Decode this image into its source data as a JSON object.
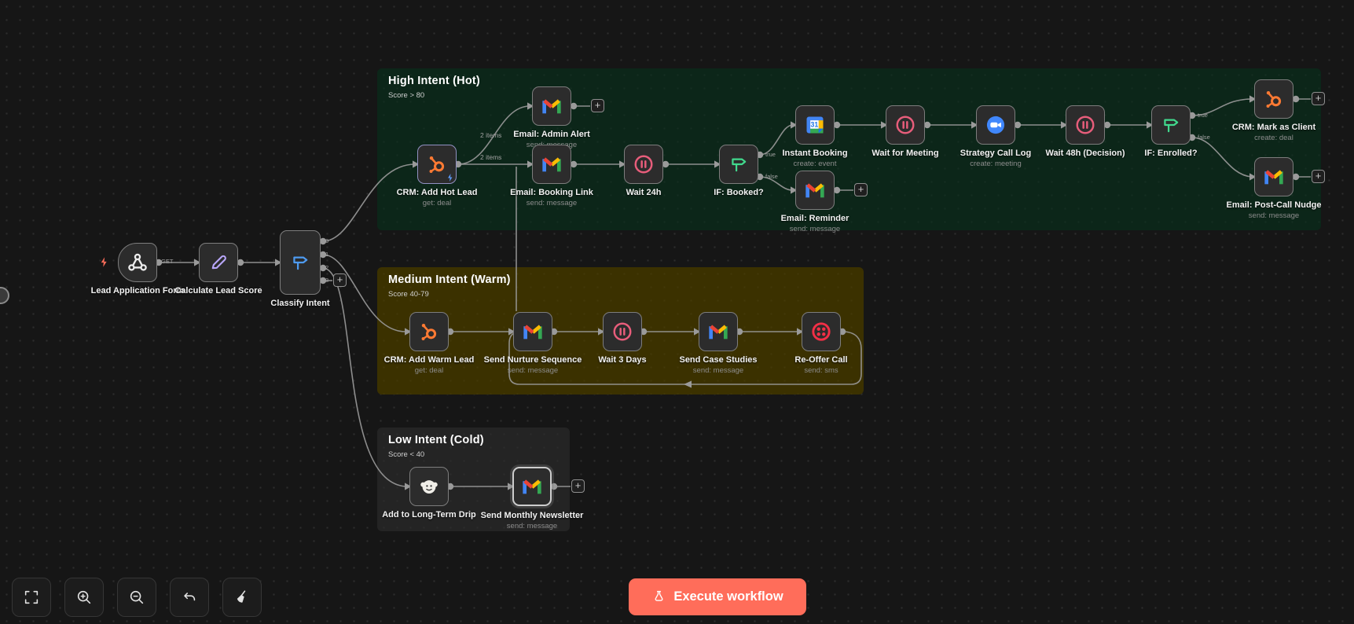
{
  "groups": {
    "hot": {
      "title": "High Intent (Hot)",
      "score": "Score > 80"
    },
    "warm": {
      "title": "Medium Intent (Warm)",
      "score": "Score 40-79"
    },
    "cold": {
      "title": "Low Intent (Cold)",
      "score": "Score < 40"
    }
  },
  "nodes": {
    "lead_application_form": {
      "label": "Lead Application Form"
    },
    "calculate_lead_score": {
      "label": "Calculate Lead Score"
    },
    "classify_intent": {
      "label": "Classify Intent"
    },
    "crm_add_hot_lead": {
      "label": "CRM: Add Hot Lead",
      "sub": "get: deal"
    },
    "email_admin_alert": {
      "label": "Email: Admin Alert",
      "sub": "send: message"
    },
    "email_booking_link": {
      "label": "Email: Booking Link",
      "sub": "send: message"
    },
    "wait_24h": {
      "label": "Wait 24h"
    },
    "if_booked": {
      "label": "IF: Booked?"
    },
    "email_reminder": {
      "label": "Email: Reminder",
      "sub": "send: message"
    },
    "instant_booking": {
      "label": "Instant Booking",
      "sub": "create: event"
    },
    "wait_for_meeting": {
      "label": "Wait for Meeting"
    },
    "strategy_call_log": {
      "label": "Strategy Call Log",
      "sub": "create: meeting"
    },
    "wait_48h_decision": {
      "label": "Wait 48h (Decision)"
    },
    "if_enrolled": {
      "label": "IF: Enrolled?"
    },
    "crm_mark_as_client": {
      "label": "CRM: Mark as Client",
      "sub": "create: deal"
    },
    "email_post_call_nudge": {
      "label": "Email: Post-Call Nudge",
      "sub": "send: message"
    },
    "crm_add_warm_lead": {
      "label": "CRM: Add Warm Lead",
      "sub": "get: deal"
    },
    "send_nurture_sequence": {
      "label": "Send Nurture Sequence",
      "sub": "send: message"
    },
    "wait_3_days": {
      "label": "Wait 3 Days"
    },
    "send_case_studies": {
      "label": "Send Case Studies",
      "sub": "send: message"
    },
    "re_offer_call": {
      "label": "Re-Offer Call",
      "sub": "send: sms"
    },
    "add_to_long_term_drip": {
      "label": "Add to Long-Term Drip"
    },
    "send_monthly_newsletter": {
      "label": "Send Monthly Newsletter",
      "sub": "send: message"
    }
  },
  "edge_labels": {
    "get": "GET",
    "hot_split_top": "2 items",
    "hot_split_bottom": "2 items",
    "if_booked_true": "true",
    "if_booked_false": "false",
    "if_enrolled_true": "true",
    "if_enrolled_false": "false",
    "classify_outputs": [
      "0",
      "1",
      "2",
      "3"
    ]
  },
  "ui": {
    "plus": "+"
  },
  "toolbar": {
    "buttons": [
      "fit-view",
      "zoom-in",
      "zoom-out",
      "undo",
      "tidy-up"
    ]
  },
  "execute_button": {
    "label": "Execute workflow",
    "icon": "flask-icon",
    "color": "#ff6d5a"
  },
  "icons": {
    "webhook": "webhook-icon",
    "edit_fields": "pencil-icon",
    "switch": "signpost-icon",
    "hubspot": "hubspot-icon",
    "gmail": "gmail-icon",
    "wait": "pause-circle-icon",
    "google_calendar": "google-calendar-icon",
    "zoom": "zoom-camera-icon",
    "twilio": "twilio-icon",
    "mailchimp": "mailchimp-icon",
    "trigger": "lightning-bolt-icon"
  },
  "colors": {
    "canvas": "#161616",
    "hot_group": "#0c2619",
    "warm_group": "#3b3100",
    "cold_group": "#242424",
    "connection": "#9a9a9a",
    "accent": "#ff6d5a"
  }
}
